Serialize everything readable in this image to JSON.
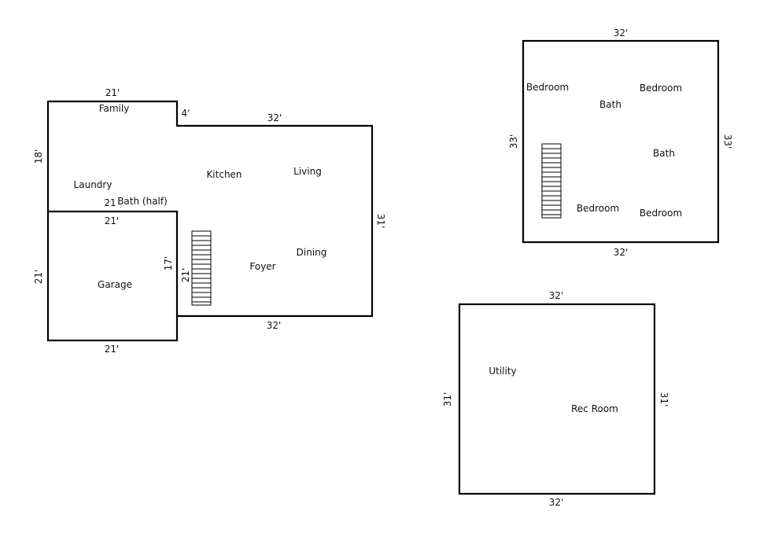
{
  "main_floor": {
    "rooms": {
      "family": "Family",
      "laundry": "Laundry",
      "kitchen": "Kitchen",
      "living": "Living",
      "bath_half": "Bath (half)",
      "garage": "Garage",
      "foyer": "Foyer",
      "dining": "Dining"
    },
    "dims": {
      "top_left": "21'",
      "step": "4'",
      "top_right": "32'",
      "left": "18'",
      "inner_bath": "21",
      "inner_garage_top": "21'",
      "right": "31'",
      "garage_left": "21'",
      "garage_right": "17'",
      "stair": "21'",
      "bottom": "32'",
      "garage_bottom": "21'"
    }
  },
  "upper_floor": {
    "rooms": {
      "bedroom_tl": "Bedroom",
      "bedroom_tr": "Bedroom",
      "bath_1": "Bath",
      "bath_2": "Bath",
      "bedroom_bl": "Bedroom",
      "bedroom_br": "Bedroom"
    },
    "dims": {
      "top": "32'",
      "left": "33'",
      "right": "33'",
      "bottom": "32'"
    }
  },
  "lower_floor": {
    "rooms": {
      "utility": "Utility",
      "rec_room": "Rec Room"
    },
    "dims": {
      "top": "32'",
      "left": "31'",
      "right": "31'",
      "bottom": "32'"
    }
  },
  "colors": {
    "wall": "#000000",
    "text": "#111111",
    "background": "#ffffff"
  }
}
